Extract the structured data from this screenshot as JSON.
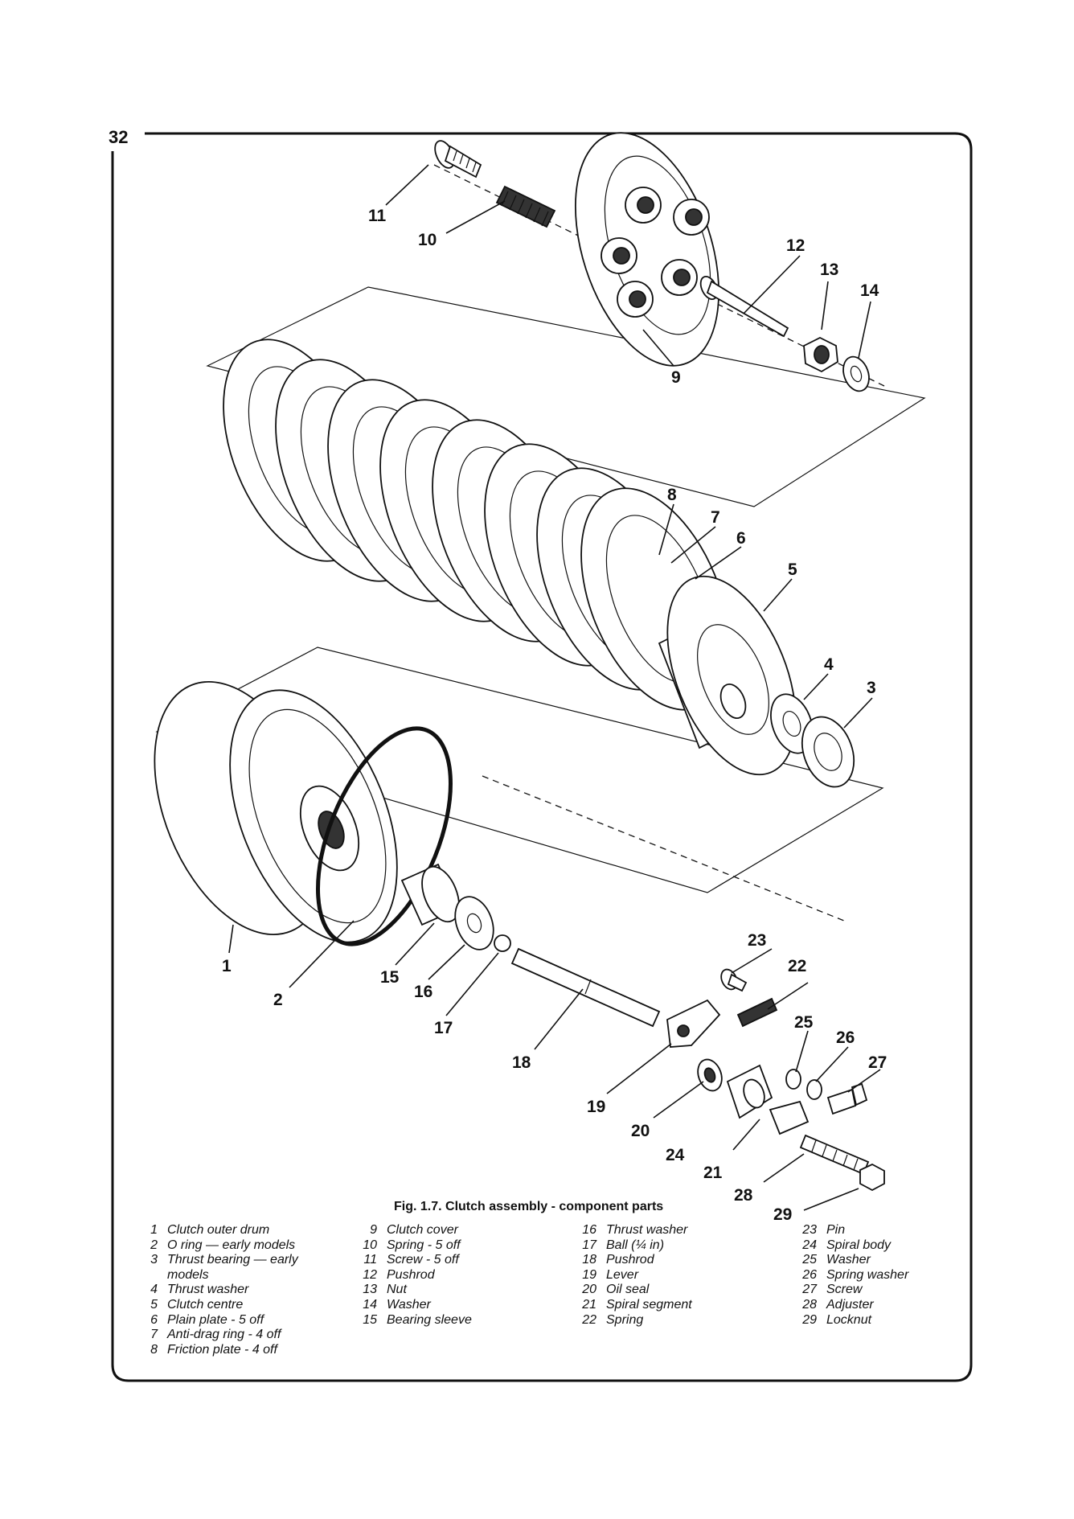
{
  "page_number": "32",
  "caption": "Fig. 1.7. Clutch assembly - component parts",
  "callouts": [
    "1",
    "2",
    "3",
    "4",
    "5",
    "6",
    "7",
    "8",
    "9",
    "10",
    "11",
    "12",
    "13",
    "14",
    "15",
    "16",
    "17",
    "18",
    "19",
    "20",
    "21",
    "22",
    "23",
    "24",
    "25",
    "26",
    "27",
    "28",
    "29"
  ],
  "legend": {
    "col1": [
      {
        "num": "1",
        "text": "Clutch outer drum"
      },
      {
        "num": "2",
        "text": "O ring — early models"
      },
      {
        "num": "3",
        "text": "Thrust bearing — early",
        "cont": "models"
      },
      {
        "num": "4",
        "text": "Thrust washer"
      },
      {
        "num": "5",
        "text": "Clutch centre"
      },
      {
        "num": "6",
        "text": "Plain plate - 5 off"
      },
      {
        "num": "7",
        "text": "Anti-drag ring - 4 off"
      },
      {
        "num": "8",
        "text": "Friction plate - 4 off"
      }
    ],
    "col2": [
      {
        "num": "9",
        "text": "Clutch cover"
      },
      {
        "num": "10",
        "text": "Spring - 5 off"
      },
      {
        "num": "11",
        "text": "Screw - 5 off"
      },
      {
        "num": "12",
        "text": "Pushrod"
      },
      {
        "num": "13",
        "text": "Nut"
      },
      {
        "num": "14",
        "text": "Washer"
      },
      {
        "num": "15",
        "text": "Bearing sleeve"
      }
    ],
    "col3": [
      {
        "num": "16",
        "text": "Thrust washer"
      },
      {
        "num": "17",
        "text": "Ball (¼ in)"
      },
      {
        "num": "18",
        "text": "Pushrod"
      },
      {
        "num": "19",
        "text": "Lever"
      },
      {
        "num": "20",
        "text": "Oil seal"
      },
      {
        "num": "21",
        "text": "Spiral segment"
      },
      {
        "num": "22",
        "text": "Spring"
      }
    ],
    "col4": [
      {
        "num": "23",
        "text": "Pin"
      },
      {
        "num": "24",
        "text": "Spiral body"
      },
      {
        "num": "25",
        "text": "Washer"
      },
      {
        "num": "26",
        "text": "Spring washer"
      },
      {
        "num": "27",
        "text": "Screw"
      },
      {
        "num": "28",
        "text": "Adjuster"
      },
      {
        "num": "29",
        "text": "Locknut"
      }
    ]
  }
}
